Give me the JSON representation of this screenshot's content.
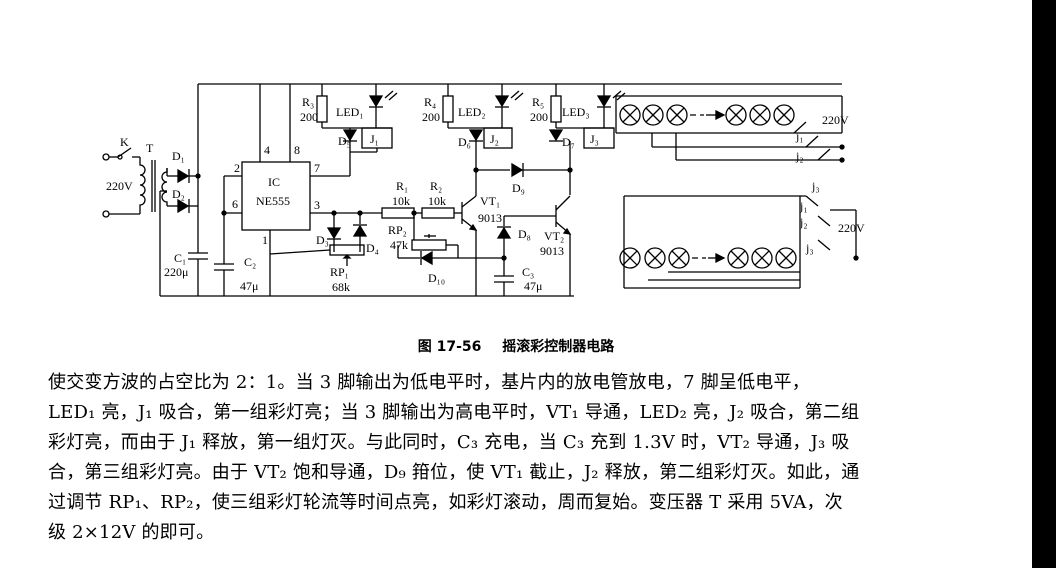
{
  "figure": {
    "number": "图 17-56",
    "title": "摇滚彩控制器电路"
  },
  "labels": {
    "switch": "K",
    "transformer": "T",
    "mains_in": "220V",
    "mains_out_1": "220V",
    "mains_out_2": "220V",
    "d1": "D₁",
    "d2": "D₂",
    "c1": "C₁",
    "c1_value": "220μ",
    "c2": "C₂",
    "c2_value": "47μ",
    "ic": "IC",
    "ic_part": "NE555",
    "pin2": "2",
    "pin4": "4",
    "pin8": "8",
    "pin6": "6",
    "pin7": "7",
    "pin3": "3",
    "pin1": "1",
    "r3": "R₃",
    "r3_value": "200",
    "r4": "R₄",
    "r4_value": "200",
    "r5": "R₅",
    "r5_value": "200",
    "led1": "LED₁",
    "led2": "LED₂",
    "led3": "LED₃",
    "d5": "D₅",
    "d6": "D₆",
    "d7": "D₇",
    "j1": "J₁",
    "j2": "J₂",
    "j3": "J₃",
    "r1": "R₁",
    "r1_value": "10k",
    "r2": "R₂",
    "r2_value": "10k",
    "vt1": "VT₁",
    "vt1_part": "9013",
    "vt2": "VT₂",
    "vt2_part": "9013",
    "d9": "D₉",
    "d8": "D₈",
    "d3": "D₃",
    "d4": "D₄",
    "rp1": "RP₁",
    "rp1_value": "68k",
    "rp2": "RP₂",
    "rp2_value": "47k",
    "d10": "D₁₀",
    "c3": "C₃",
    "c3_value": "47μ",
    "contact_j1": "j₁",
    "contact_j2": "j₂",
    "contact_j3": "j₃"
  },
  "body_text": [
    "使交变方波的占空比为 2：1。当 3 脚输出为低电平时，基片内的放电管放电，7 脚呈低电平，",
    "LED₁ 亮，J₁ 吸合，第一组彩灯亮；当 3 脚输出为高电平时，VT₁ 导通，LED₂ 亮，J₂ 吸合，第二组",
    "彩灯亮，而由于 J₁ 释放，第一组灯灭。与此同时，C₃ 充电，当 C₃ 充到 1.3V 时，VT₂ 导通，J₃ 吸",
    "合，第三组彩灯亮。由于 VT₂ 饱和导通，D₉ 箝位，使 VT₁ 截止，J₂ 释放，第二组彩灯灭。如此，通",
    "过调节 RP₁、RP₂，使三组彩灯轮流等时间点亮，如彩灯滚动，周而复始。变压器 T 采用 5VA，次",
    "级 2×12V 的即可。"
  ]
}
